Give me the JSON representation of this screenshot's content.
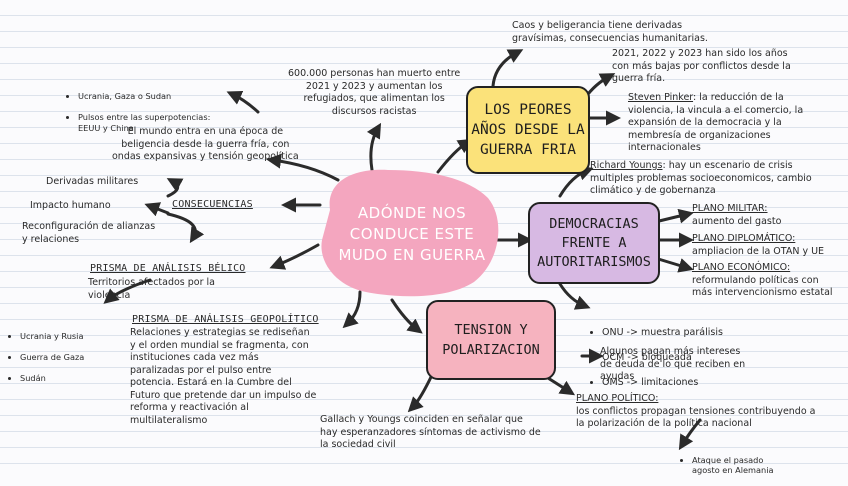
{
  "center": {
    "title": "ADÓNDE NOS CONDUCE ESTE MUDO EN GUERRA",
    "color": "#f4a6bf"
  },
  "peores": {
    "title": "LOS PEORES AÑOS DESDE LA GUERRA FRIA",
    "color": "#fbe27a",
    "caos": "Caos y beligerancia tiene derivadas\ngravísimas, consecuencias humanitarias.",
    "anios": "2021, 2022 y 2023 han sido los años\ncon más bajas por conflictos desde la\nguerra fría.",
    "pinker_name": "Steven Pinker",
    "pinker_text": ": la reducción de la\nviolencia, la vincula a el comercio, la\nexpansión de la democracia y la\nmembresía de organizaciones\ninternacionales"
  },
  "top": {
    "muertos": "600.000 personas han muerto entre\n2021 y 2023 y aumentan los\nrefugiados, que alimentan los\ndiscursos racistas",
    "bullets": [
      "Ucrania, Gaza o Sudan",
      "Pulsos entre las superpotencias:\nEEUU y China"
    ],
    "epoca": "El mundo entra en una época de\nbeligencia desde la guerra fría, con\nondas expansivas y tensión geopolítica"
  },
  "consecuencias": {
    "title": "CONSECUENCIAS",
    "items": [
      "Derivadas militares",
      "Impacto humano",
      "Reconfiguración de alianzas\ny relaciones"
    ]
  },
  "belico": {
    "title": "PRISMA DE ANÁLISIS BÉLICO",
    "text": "Territorios afectados por la\nviolencia",
    "bullets": [
      "Ucrania y Rusia",
      "Guerra de Gaza",
      "Sudán"
    ]
  },
  "geopolitico": {
    "title": "PRISMA DE ANÁLISIS GEOPOLÍTICO",
    "text": "Relaciones y estrategias se rediseñan\ny el orden mundial se fragmenta, con\ninstituciones cada vez más\nparalizadas por el pulso entre\npotencia. Estará en la Cumbre del\nFuturo que pretende dar un impulso de\nreforma y reactivación al\nmultilateralismo"
  },
  "democracias": {
    "title": "DEMOCRACIAS FRENTE A AUTORITARISMOS",
    "color": "#d7b9e3",
    "youngs_name": "Richard Youngs",
    "youngs_text": ": hay un escenario de crisis\nmultiples problemas socioeconomicos, cambio\nclimático y de gobernanza",
    "militar_title": "PLANO MILITAR:",
    "militar_text": "aumento del gasto",
    "diplomatico_title": "PLANO DIPLOMÁTICO:",
    "diplomatico_text": "ampliacion de la OTAN y UE",
    "economico_title": "PLANO ECONÓMICO:",
    "economico_text": "reformulando políticas con\nmás intervencionismo estatal",
    "bullets": [
      "ONU -> muestra parálisis",
      "OCM -> bloqueada",
      "OMS -> limitaciones"
    ]
  },
  "tension": {
    "title": "TENSION Y POLARIZACION",
    "color": "#f6b3bf",
    "pagan": "Algunos pagan más intereses\nde deuda de lo que reciben en\nayudas",
    "politico_title": "PLANO POLÍTICO:",
    "politico_text": "los conflictos propagan tensiones contribuyendo a\nla polarización de la política nacional",
    "ataque": "Ataque el pasado\nagosto en Alemania",
    "gallach": "Gallach y Youngs coinciden en señalar que\nhay esperanzadores síntomas de activismo de\nla sociedad civil"
  }
}
